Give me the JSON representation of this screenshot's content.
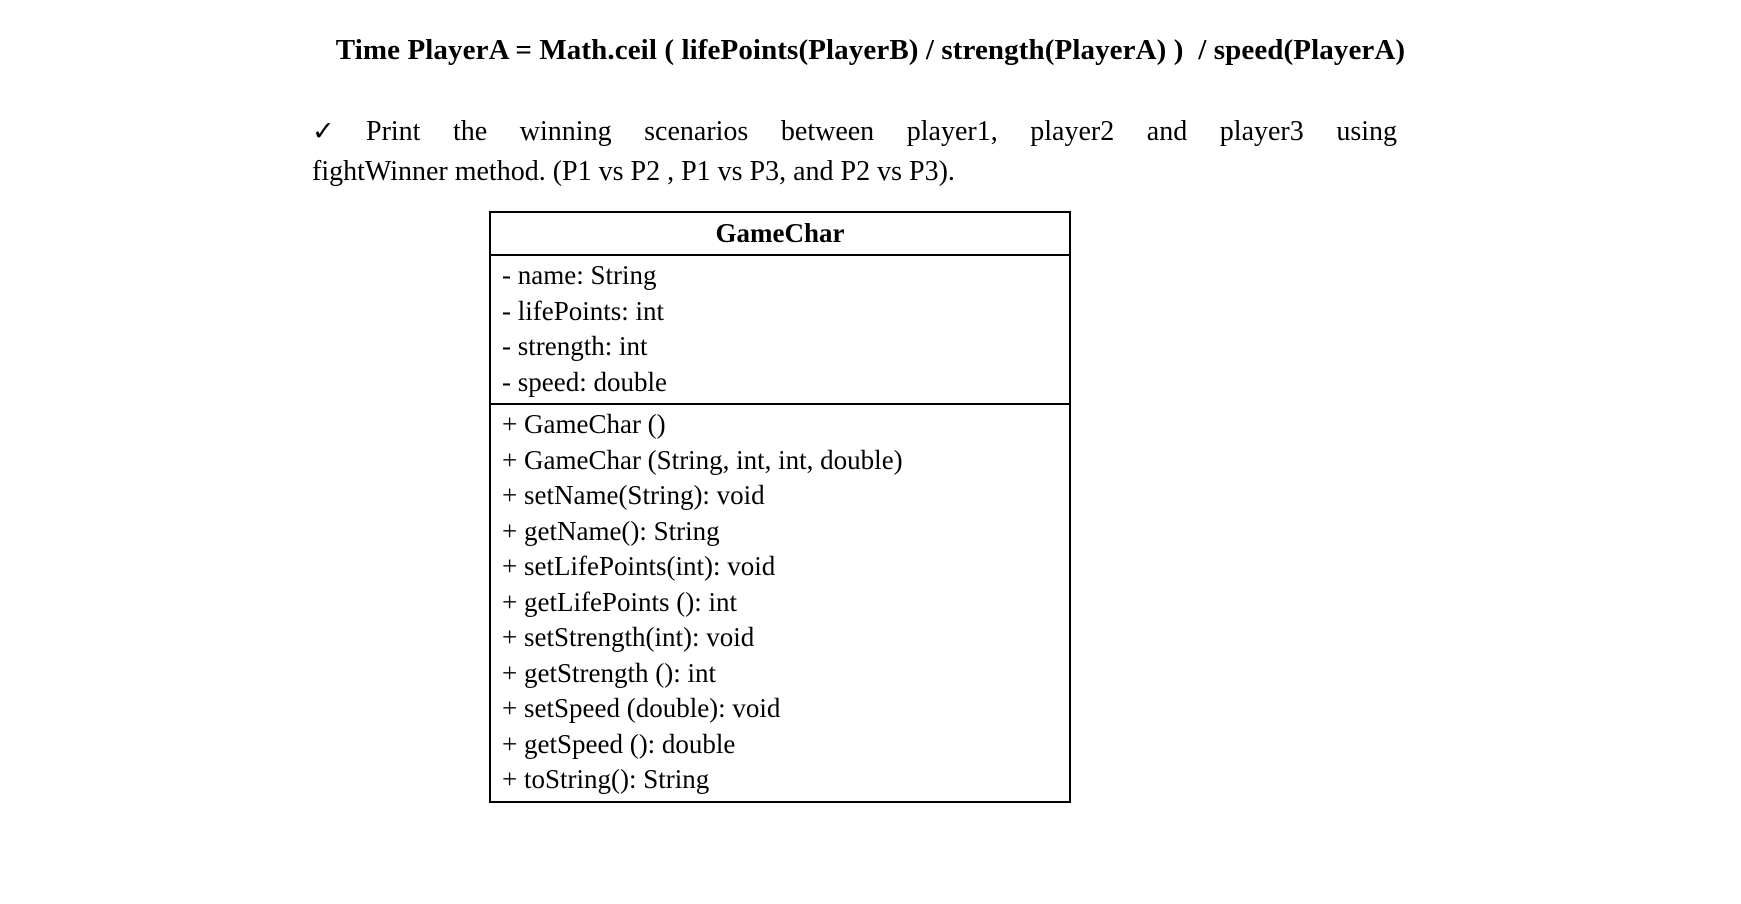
{
  "document": {
    "formula": "Time PlayerA = Math.ceil ( lifePoints(PlayerB) / strength(PlayerA) )  / speed(PlayerA)",
    "bullet": {
      "marker": "✓",
      "line1": "Print the winning scenarios between player1, player2 and player3 using",
      "line2": "fightWinner method. (P1 vs P2 , P1 vs P3, and P2 vs P3)."
    },
    "uml": {
      "class_name": "GameChar",
      "attributes": [
        "- name: String",
        "- lifePoints: int",
        "- strength: int",
        "- speed: double"
      ],
      "methods": [
        "+ GameChar ()",
        "+ GameChar (String, int, int, double)",
        "+ setName(String): void",
        "+ getName(): String",
        "+ setLifePoints(int): void",
        "+ getLifePoints (): int",
        "+ setStrength(int): void",
        "+ getStrength (): int",
        "+ setSpeed (double): void",
        "+ getSpeed (): double",
        "+ toString(): String"
      ]
    }
  },
  "colors": {
    "text": "#000000",
    "background": "#ffffff",
    "border": "#000000"
  }
}
